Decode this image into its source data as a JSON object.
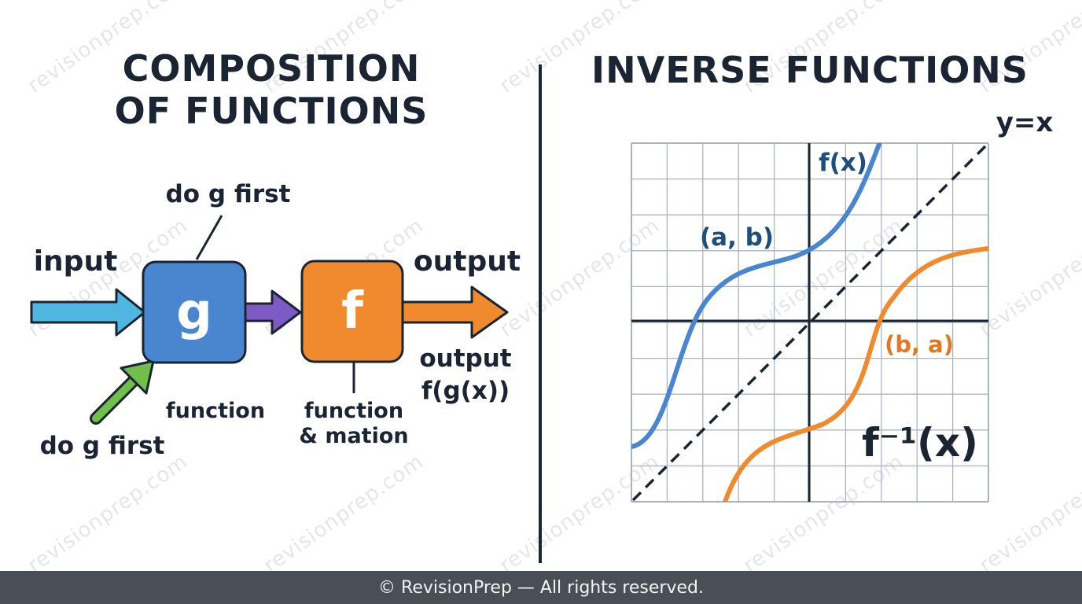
{
  "watermark": "revisionprep.com",
  "composition": {
    "title_line1": "COMPOSITION",
    "title_line2": "OF FUNCTIONS",
    "input_label": "input",
    "output_label": "output",
    "top_note": "do g first",
    "bottom_note": "do g first",
    "g_box": "g",
    "f_box": "f",
    "g_caption": "function",
    "f_caption_line1": "function",
    "f_caption_line2": "& mation",
    "result_line1": "output",
    "result_line2": "f(g(x))",
    "colors": {
      "g_box": "#4a86cf",
      "f_box": "#ef8a2e",
      "input_arrow": "#4fb6e0",
      "mid_arrow": "#7c5cc4",
      "diag_arrow": "#6fbf4a"
    }
  },
  "inverse": {
    "title": "INVERSE FUNCTIONS",
    "line_label": "y=x",
    "f_label": "f(x)",
    "f_inv_label": "f⁻¹(x)",
    "point_ab": "(a, b)",
    "point_ba": "(b, a)",
    "colors": {
      "f_curve": "#4a86cf",
      "f_inv_curve": "#ef8a2e",
      "grid": "#a9b4c2",
      "axes": "#1b2433"
    }
  },
  "footer": {
    "text": "© RevisionPrep — All rights reserved."
  }
}
